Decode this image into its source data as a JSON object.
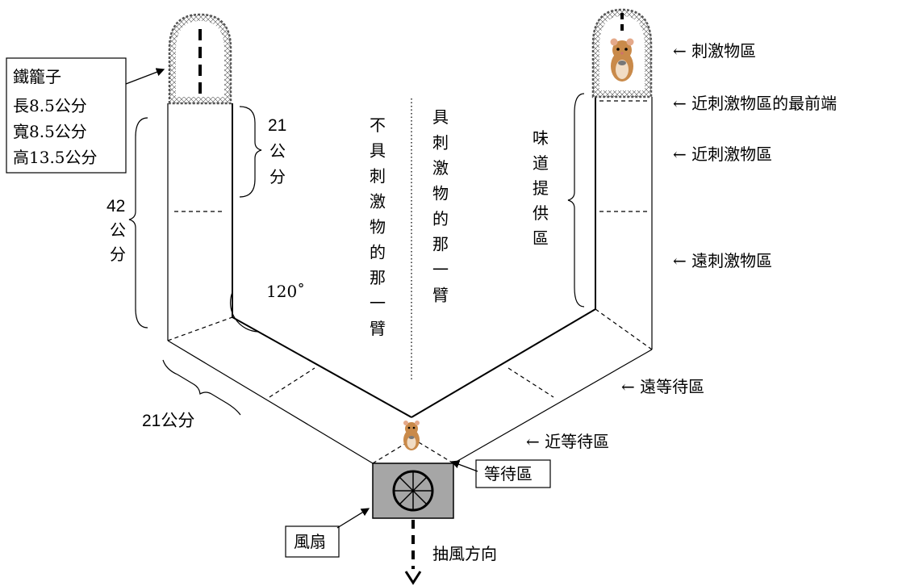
{
  "labels": {
    "cage_title": "鐵籠子",
    "cage_length": "長8.5公分",
    "cage_width": "寬8.5公分",
    "cage_height": "高13.5公分",
    "stimulus_zone": "← 刺激物區",
    "near_front": "← 近刺激物區的最前端",
    "near_zone": "← 近刺激物區",
    "far_zone": "← 遠刺激物區",
    "far_wait": "← 遠等待區",
    "near_wait": "← 近等待區",
    "wait_zone": "等待區",
    "fan": "風扇",
    "airflow": "抽風方向",
    "angle": "120˚",
    "dim_42_num": "42",
    "dim_42_c1": "公",
    "dim_42_c2": "分",
    "dim_21_num": "21",
    "dim_21_c1": "公",
    "dim_21_c2": "分",
    "dim_21_bottom": "21公分",
    "arm_without": [
      "不",
      "具",
      "刺",
      "激",
      "物",
      "的",
      "那",
      "一",
      "臂"
    ],
    "arm_with": [
      "具",
      "刺",
      "激",
      "物",
      "的",
      "那",
      "一",
      "臂"
    ],
    "scent_zone": [
      "味",
      "道",
      "提",
      "供",
      "區"
    ]
  },
  "colors": {
    "fan_box": "#a6a6a6",
    "hamster_fur": "#c98a4a",
    "hamster_light": "#f1dcc4"
  }
}
